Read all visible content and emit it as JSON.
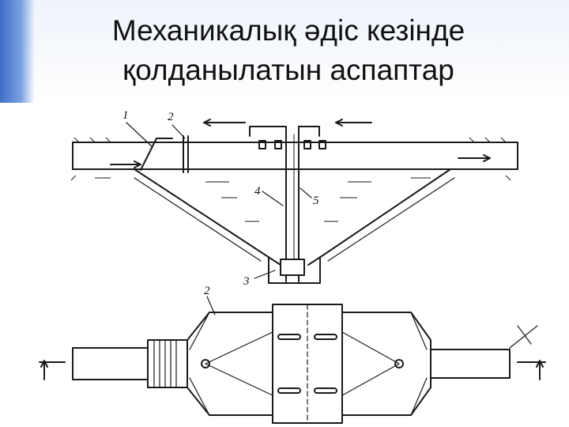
{
  "slide": {
    "title_line1": "Механикалық әдіс кезінде",
    "title_line2": "қолданылатын аспаптар"
  },
  "diagram": {
    "labels": {
      "l1": "1",
      "l2": "2",
      "l3": "3",
      "l4": "4",
      "l5": "5",
      "l2_plan": "2"
    },
    "colors": {
      "ink": "#1a1a1a",
      "accent": "#3f6fc6"
    }
  }
}
